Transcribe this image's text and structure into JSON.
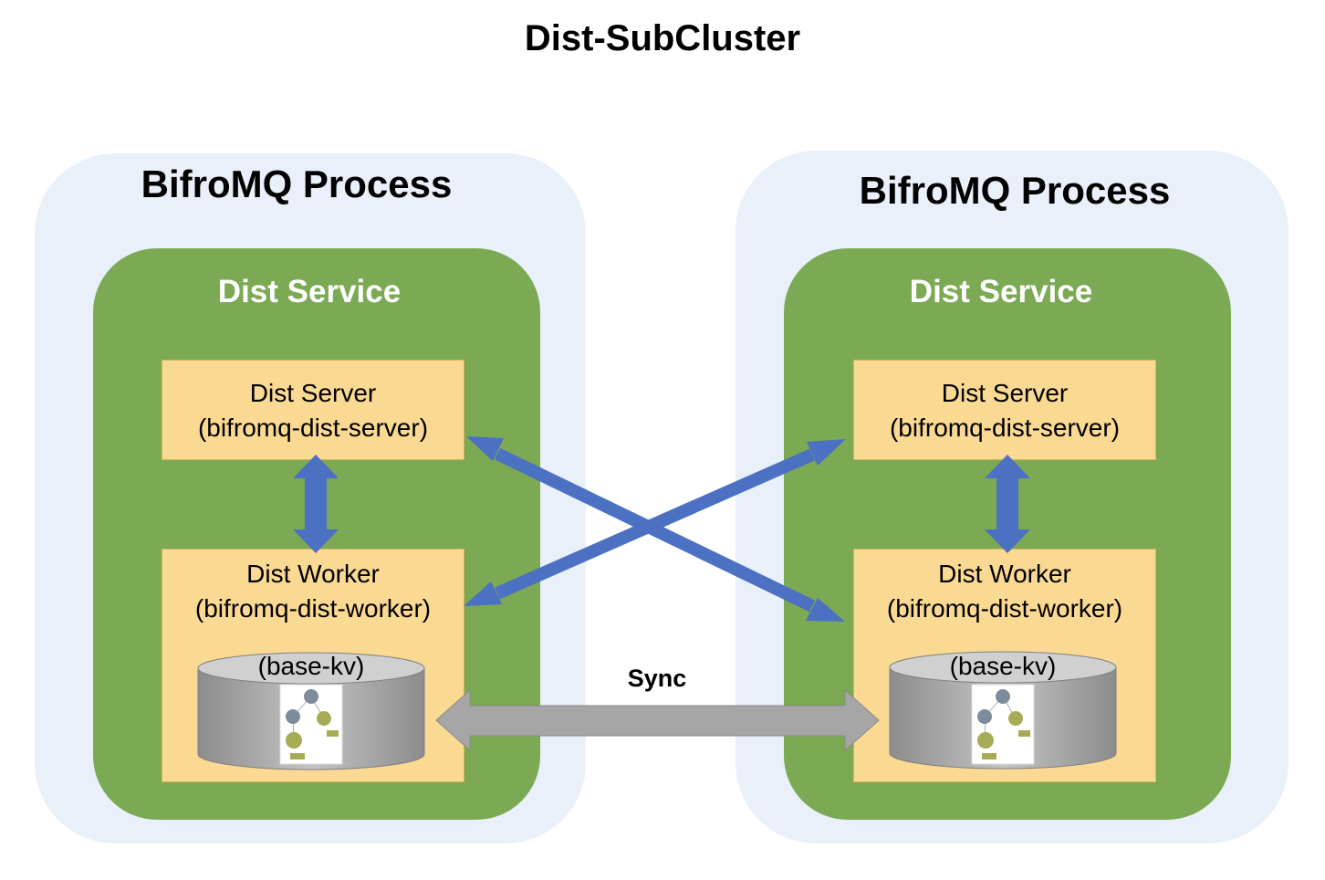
{
  "title": "Dist-SubCluster",
  "colors": {
    "process_bg": "#e9f0fa",
    "service_bg": "#7ba954",
    "box_bg": "#fad993",
    "arrow_blue": "#4c70c2",
    "arrow_gray": "#a6a6a6",
    "cylinder_gray": "#b3b3b3"
  },
  "processes": [
    {
      "title": "BifroMQ Process",
      "service_title": "Dist Service",
      "server": {
        "name": "Dist Server",
        "id": "(bifromq-dist-server)"
      },
      "worker": {
        "name": "Dist Worker",
        "id": "(bifromq-dist-worker)"
      },
      "storage": {
        "label": "(base-kv)"
      }
    },
    {
      "title": "BifroMQ Process",
      "service_title": "Dist Service",
      "server": {
        "name": "Dist Server",
        "id": "(bifromq-dist-server)"
      },
      "worker": {
        "name": "Dist Worker",
        "id": "(bifromq-dist-worker)"
      },
      "storage": {
        "label": "(base-kv)"
      }
    }
  ],
  "sync_label": "Sync"
}
